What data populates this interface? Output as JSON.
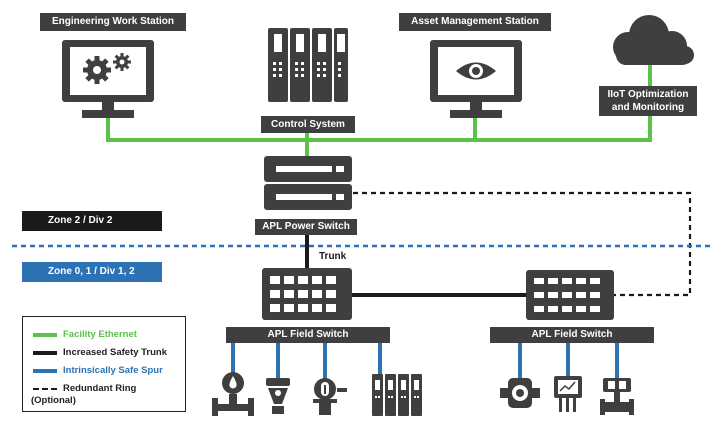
{
  "stations": {
    "engineering": "Engineering Work Station",
    "asset_mgmt": "Asset Management Station",
    "control_system": "Control System",
    "iiot": "IIoT Optimization and Monitoring"
  },
  "switches": {
    "power_switch": "APL Power Switch",
    "field_switch_left": "APL Field Switch",
    "field_switch_right": "APL Field Switch",
    "trunk_label": "Trunk"
  },
  "zones": {
    "zone_upper": "Zone 2 / Div 2",
    "zone_lower": "Zone 0, 1 / Div 1, 2"
  },
  "legend": {
    "ethernet": "Facility Ethernet",
    "trunk": "Increased Safety Trunk",
    "spur": "Intrinsically Safe Spur",
    "ring_line1": "Redundant Ring",
    "ring_line2": "(Optional)"
  },
  "colors": {
    "ethernet": "#5cc24a",
    "trunk": "#1a1a1a",
    "spur": "#2c72b5",
    "device": "#3f3f3f",
    "zone_upper_bg": "#1a1a1a",
    "zone_lower_bg": "#2c72b5"
  },
  "icons": {
    "engineering": "monitor-gears-icon",
    "asset_mgmt": "monitor-eye-icon",
    "iiot": "cloud-icon",
    "control_system": "controller-rack-icon",
    "devices": [
      "flow-meter-icon",
      "level-transmitter-icon",
      "temperature-transmitter-icon",
      "io-rack-icon",
      "valve-positioner-icon",
      "analyzer-icon",
      "actuated-valve-icon"
    ]
  }
}
